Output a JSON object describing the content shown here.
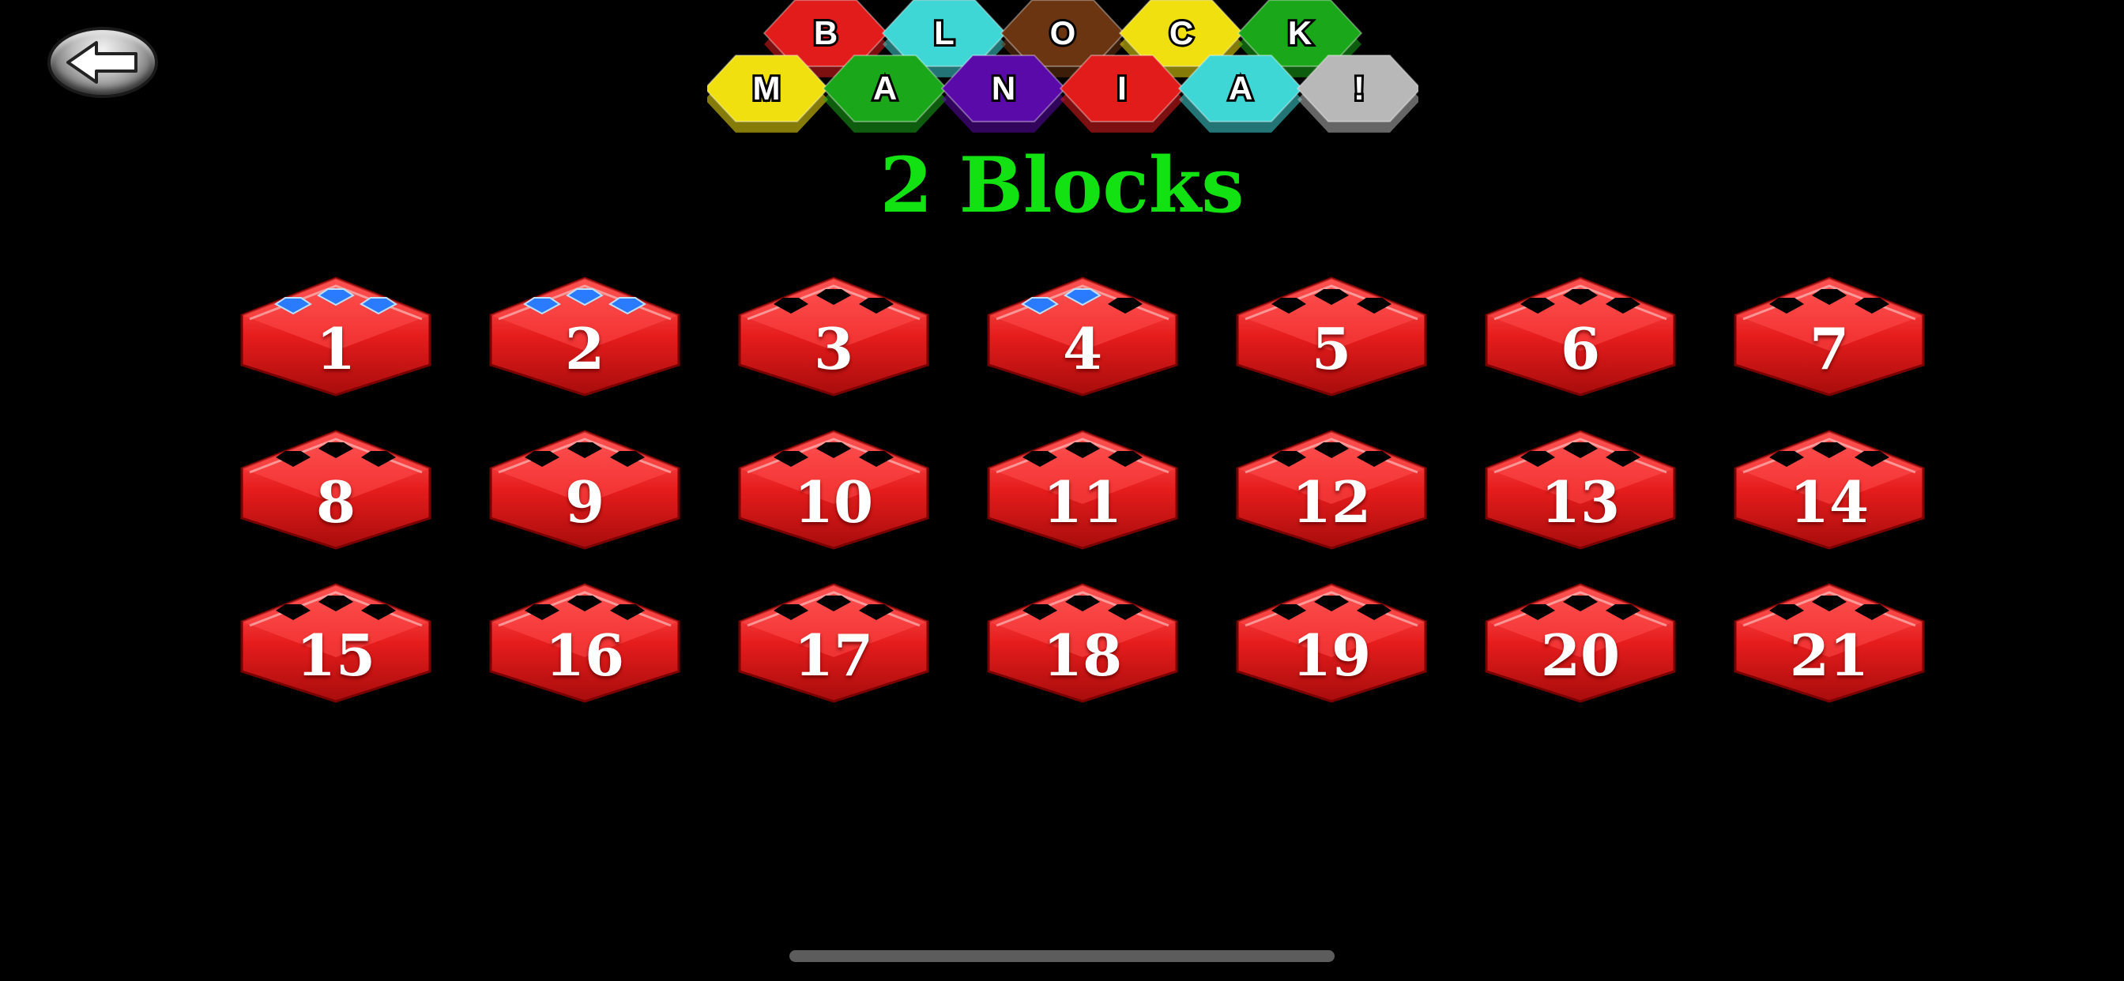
{
  "header": {
    "back_icon": "back-arrow-icon",
    "logo_top_letters": [
      "B",
      "L",
      "O",
      "C",
      "K"
    ],
    "logo_bottom_letters": [
      "M",
      "A",
      "N",
      "I",
      "A",
      "!"
    ],
    "logo_top_colors": [
      "#e21b1b",
      "#3fd6d6",
      "#6b3512",
      "#f0e010",
      "#1aa81a"
    ],
    "logo_bottom_colors": [
      "#f0e010",
      "#1aa81a",
      "#5a0aa8",
      "#e21b1b",
      "#3fd6d6",
      "#b8b8b8"
    ]
  },
  "title": "2 Blocks",
  "levels": [
    {
      "label": "1",
      "gems": 3
    },
    {
      "label": "2",
      "gems": 3
    },
    {
      "label": "3",
      "gems": 0
    },
    {
      "label": "4",
      "gems": 2
    },
    {
      "label": "5",
      "gems": 0
    },
    {
      "label": "6",
      "gems": 0
    },
    {
      "label": "7",
      "gems": 0
    },
    {
      "label": "8",
      "gems": 0
    },
    {
      "label": "9",
      "gems": 0
    },
    {
      "label": "10",
      "gems": 0
    },
    {
      "label": "11",
      "gems": 0
    },
    {
      "label": "12",
      "gems": 0
    },
    {
      "label": "13",
      "gems": 0
    },
    {
      "label": "14",
      "gems": 0
    },
    {
      "label": "15",
      "gems": 0
    },
    {
      "label": "16",
      "gems": 0
    },
    {
      "label": "17",
      "gems": 0
    },
    {
      "label": "18",
      "gems": 0
    },
    {
      "label": "19",
      "gems": 0
    },
    {
      "label": "20",
      "gems": 0
    },
    {
      "label": "21",
      "gems": 0
    }
  ],
  "colors": {
    "title": "#12e112",
    "block": "#e61c1c",
    "gem": "#2a7bff"
  }
}
